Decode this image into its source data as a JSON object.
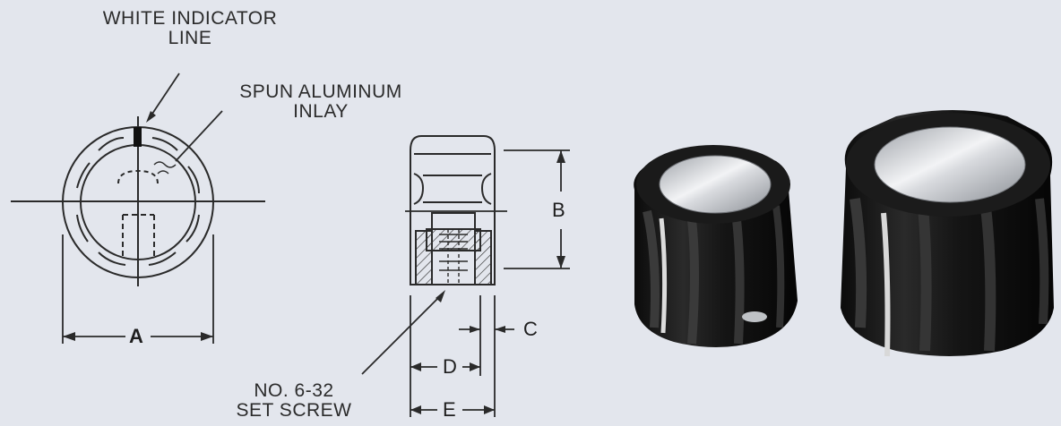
{
  "labels": {
    "white_indicator_line_1": "WHITE INDICATOR",
    "white_indicator_line_2": "LINE",
    "spun_aluminum_1": "SPUN ALUMINUM",
    "spun_aluminum_2": "INLAY",
    "set_screw_1": "NO. 6-32",
    "set_screw_2": "SET SCREW"
  },
  "dimensions": {
    "a": "A",
    "b": "B",
    "c": "C",
    "d": "D",
    "e": "E"
  }
}
